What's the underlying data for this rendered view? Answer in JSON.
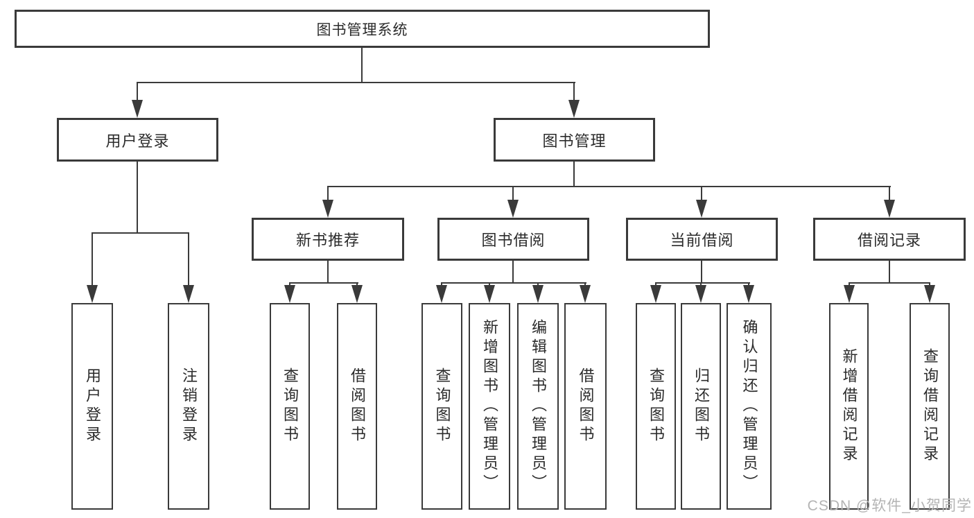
{
  "tree": {
    "root": "图书管理系统",
    "branches": [
      {
        "label": "用户登录",
        "children": [
          "用户登录",
          "注销登录"
        ]
      },
      {
        "label": "图书管理",
        "sections": [
          {
            "label": "新书推荐",
            "children": [
              "查询图书",
              "借阅图书"
            ]
          },
          {
            "label": "图书借阅",
            "children": [
              "查询图书",
              "新增图书（管理员）",
              "编辑图书（管理员）",
              "借阅图书"
            ]
          },
          {
            "label": "当前借阅",
            "children": [
              "查询图书",
              "归还图书",
              "确认归还（管理员）"
            ]
          },
          {
            "label": "借阅记录",
            "children": [
              "新增借阅记录",
              "查询借阅记录"
            ]
          }
        ]
      }
    ]
  },
  "watermark": {
    "text": "CSDN @软件_小贺同学"
  },
  "colors": {
    "line": "#3a3a3a",
    "text": "#2b2b2b",
    "watermark": "#b4b4b4",
    "background": "#ffffff"
  }
}
